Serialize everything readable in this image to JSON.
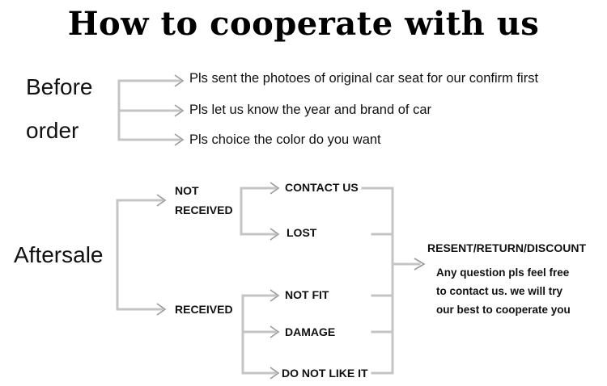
{
  "title": "How to cooperate with us",
  "before_order": {
    "label_line1": "Before",
    "label_line2": "order",
    "items": [
      "Pls sent the photoes of original car seat for our confirm first",
      "Pls let us know the year and brand of car",
      "Pls choice the color do you want"
    ]
  },
  "aftersale": {
    "label": "Aftersale",
    "not_received": {
      "label_line1": "NOT",
      "label_line2": "RECEIVED",
      "outcomes": [
        "CONTACT US",
        "LOST"
      ]
    },
    "received": {
      "label": "RECEIVED",
      "outcomes": [
        "NOT FIT",
        "DAMAGE",
        "DO NOT LIKE IT"
      ]
    },
    "resolution": {
      "label": "RESENT/RETURN/DISCOUNT",
      "note_lines": [
        "Any question pls feel free",
        "to contact us. we will try",
        "our best to cooperate you"
      ]
    }
  },
  "colors": {
    "connector": "#c4c4c4",
    "connector_dark": "#9a9a9a",
    "text": "#111111"
  }
}
